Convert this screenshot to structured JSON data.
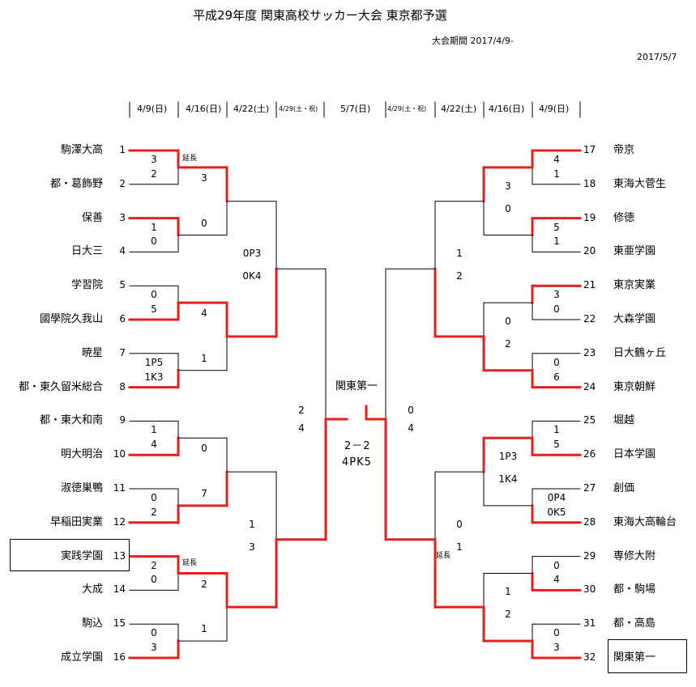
{
  "title": "平成29年度  関東高校サッカー大会 東京都予選",
  "period": "大会期間  2017/4/9-",
  "period_end": "2017/5/7",
  "headers": {
    "l1": "4/9(日)",
    "l2": "4/16(日)",
    "l3": "4/22(土)",
    "l4": "4/29(土・祝)",
    "final": "5/7(日)",
    "r4": "4/29(土・祝)",
    "r3": "4/22(土)",
    "r2": "4/16(日)",
    "r1": "4/9(日)"
  },
  "left_teams": [
    "駒澤大高",
    "都・葛飾野",
    "保善",
    "日大三",
    "学習院",
    "國學院久我山",
    "暁星",
    "都・東久留米総合",
    "都・東大和南",
    "明大明治",
    "淑徳巣鴨",
    "早稲田実業",
    "実践学園",
    "大成",
    "駒込",
    "成立学園"
  ],
  "right_teams": [
    "帝京",
    "東海大菅生",
    "修徳",
    "東亜学園",
    "東京実業",
    "大森学園",
    "日大鶴ヶ丘",
    "東京朝鮮",
    "堀越",
    "日本学園",
    "創価",
    "東海大高輪台",
    "専修大附",
    "都・駒場",
    "都・高島",
    "関東第一"
  ],
  "left_nums": [
    "1",
    "2",
    "3",
    "4",
    "5",
    "6",
    "7",
    "8",
    "9",
    "10",
    "11",
    "12",
    "13",
    "14",
    "15",
    "16"
  ],
  "right_nums": [
    "17",
    "18",
    "19",
    "20",
    "21",
    "22",
    "23",
    "24",
    "25",
    "26",
    "27",
    "28",
    "29",
    "30",
    "31",
    "32"
  ],
  "scores": {
    "l_r1": [
      [
        "3",
        "2"
      ],
      [
        "1",
        "0"
      ],
      [
        "0",
        "5"
      ],
      [
        "1P5",
        "1K3"
      ],
      [
        "1",
        "4"
      ],
      [
        "0",
        "2"
      ],
      [
        "2",
        "0"
      ],
      [
        "0",
        "3"
      ]
    ],
    "l_r2": [
      [
        "3",
        "0"
      ],
      [
        "4",
        "1"
      ],
      [
        "0",
        "7"
      ],
      [
        "2",
        "1"
      ]
    ],
    "l_r3": [
      [
        "0P3",
        "0K4"
      ],
      [
        "1",
        "3"
      ]
    ],
    "l_r4": [
      "2",
      "4"
    ],
    "r_r1": [
      [
        "4",
        "1"
      ],
      [
        "5",
        "1"
      ],
      [
        "3",
        "0"
      ],
      [
        "0",
        "6"
      ],
      [
        "1",
        "5"
      ],
      [
        "0P4",
        "0K5"
      ],
      [
        "0",
        "4"
      ],
      [
        "0",
        "3"
      ]
    ],
    "r_r2": [
      [
        "3",
        "0"
      ],
      [
        "0",
        "2"
      ],
      [
        "1P3",
        "1K4"
      ],
      [
        "1",
        "2"
      ]
    ],
    "r_r3": [
      [
        "1",
        "2"
      ],
      [
        "0",
        "1"
      ]
    ],
    "r_r4": [
      "0",
      "4"
    ]
  },
  "extension": "延長",
  "champion": "関東第一",
  "final_score": "2－2",
  "final_pk": "4PK5",
  "colors": {
    "winner": "#e8201c",
    "line": "#000000"
  }
}
